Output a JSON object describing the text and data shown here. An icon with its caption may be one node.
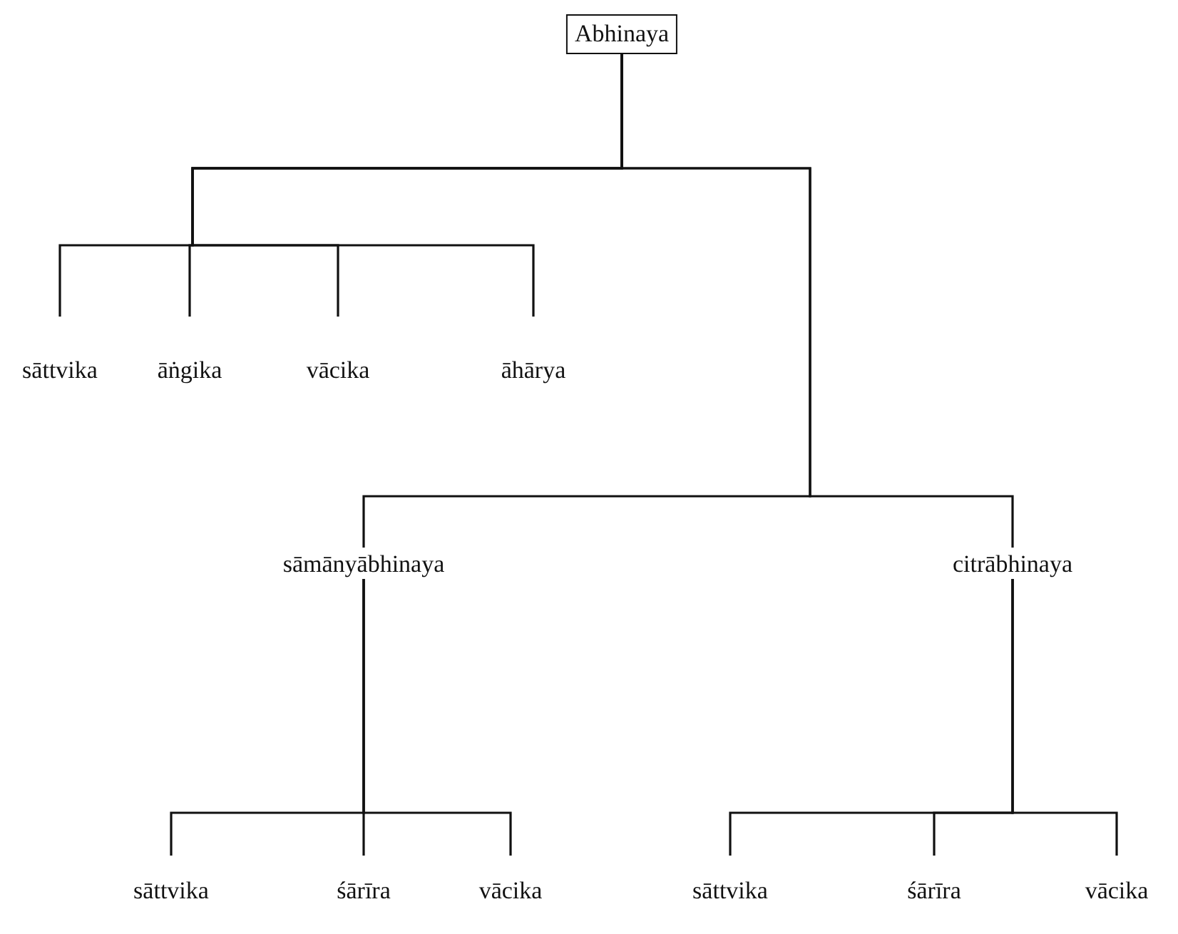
{
  "diagram": {
    "nodes": [
      {
        "text": [
          "Abhinaya"
        ]
      },
      {
        "text": [
          "sāttvika"
        ]
      },
      {
        "text": [
          "āṅgika"
        ]
      },
      {
        "text": [
          "vācika"
        ]
      },
      {
        "text": [
          "āhārya"
        ]
      },
      {
        "text": [
          "sāmānyābhinaya"
        ]
      },
      {
        "text": [
          "citrābhinaya"
        ]
      },
      {
        "text": [
          "sāttvika"
        ]
      },
      {
        "text": [
          "śārīra"
        ]
      },
      {
        "text": [
          "vācika"
        ]
      },
      {
        "text": [
          "sāttvika"
        ]
      },
      {
        "text": [
          "śārīra"
        ]
      },
      {
        "text": [
          "vācika"
        ]
      }
    ],
    "edges": [
      {
        "from": 0,
        "to": 1,
        "arrow": "none"
      },
      {
        "from": 0,
        "to": 2,
        "arrow": "none"
      },
      {
        "from": 0,
        "to": 3,
        "arrow": "none"
      },
      {
        "from": 0,
        "to": 4,
        "arrow": "none"
      },
      {
        "from": 0,
        "to": 5,
        "arrow": "none"
      },
      {
        "from": 0,
        "to": 6,
        "arrow": "none"
      },
      {
        "from": 5,
        "to": 7,
        "arrow": "none"
      },
      {
        "from": 5,
        "to": 8,
        "arrow": "none"
      },
      {
        "from": 5,
        "to": 9,
        "arrow": "none"
      },
      {
        "from": 6,
        "to": 10,
        "arrow": "none"
      },
      {
        "from": 6,
        "to": 11,
        "arrow": "none"
      },
      {
        "from": 6,
        "to": 12,
        "arrow": "none"
      }
    ]
  }
}
